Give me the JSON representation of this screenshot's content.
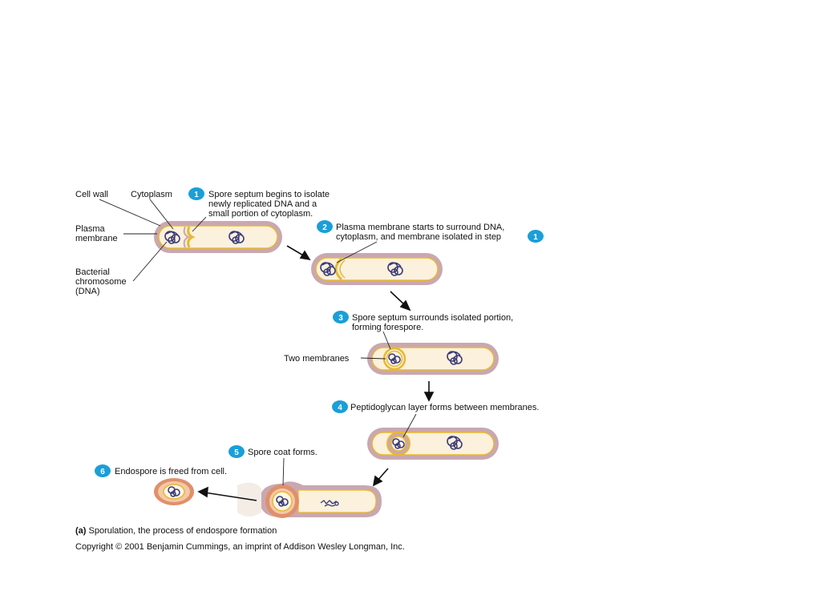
{
  "colors": {
    "cell_wall": "#c9a8b0",
    "cytoplasm": "#fbf1dc",
    "membrane": "#e8b830",
    "badge": "#1a9fd8",
    "dna": "#3a3a7a",
    "spore_coat": "#e0906a"
  },
  "labels": {
    "cell_wall": "Cell wall",
    "cytoplasm": "Cytoplasm",
    "plasma_membrane_line1": "Plasma",
    "plasma_membrane_line2": "membrane",
    "chromosome_line1": "Bacterial",
    "chromosome_line2": "chromosome",
    "chromosome_line3": "(DNA)",
    "two_membranes": "Two membranes"
  },
  "steps": [
    {
      "number": "1",
      "lines": [
        "Spore septum begins to isolate",
        "newly replicated DNA and a",
        "small portion of cytoplasm."
      ]
    },
    {
      "number": "2",
      "lines": [
        "Plasma membrane starts to surround DNA,",
        "cytoplasm, and membrane isolated in step"
      ],
      "ref": "1"
    },
    {
      "number": "3",
      "lines": [
        "Spore septum surrounds isolated portion,",
        "forming forespore."
      ]
    },
    {
      "number": "4",
      "lines": [
        "Peptidoglycan layer forms between membranes."
      ]
    },
    {
      "number": "5",
      "lines": [
        "Spore coat forms."
      ]
    },
    {
      "number": "6",
      "lines": [
        "Endospore is freed from cell."
      ]
    }
  ],
  "caption": {
    "prefix": "(a)",
    "text": " Sporulation, the process of endospore formation"
  },
  "copyright": "Copyright © 2001 Benjamin Cummings, an imprint of Addison Wesley Longman, Inc."
}
